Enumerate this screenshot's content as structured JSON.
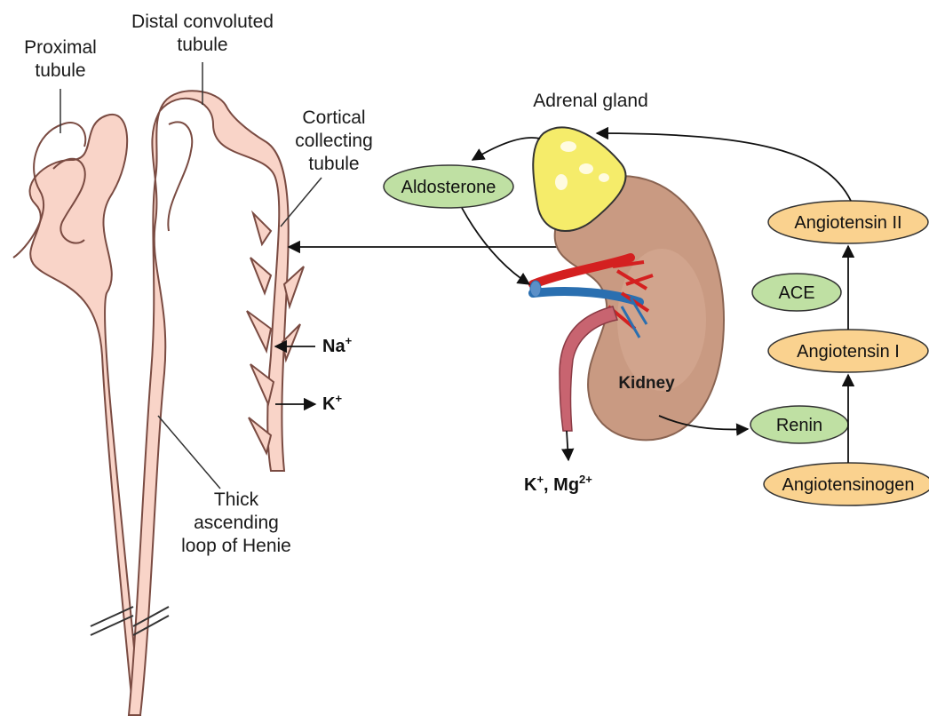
{
  "colors": {
    "tubule_fill": "#f9d4c8",
    "tubule_stroke": "#7a4b42",
    "green_oval": "#bfe0a3",
    "orange_oval": "#fad28f",
    "adrenal": "#f5ec6a",
    "kidney": "#c99a82",
    "artery": "#d42020",
    "vein": "#2a6fb0"
  },
  "tubule_labels": {
    "proximal": [
      "Proximal",
      "tubule"
    ],
    "distal": [
      "Distal convoluted",
      "tubule"
    ],
    "cortical": [
      "Cortical",
      "collecting",
      "tubule"
    ],
    "thick": [
      "Thick",
      "ascending",
      "loop of Henie"
    ]
  },
  "ions": {
    "na": {
      "base": "Na",
      "sup": "+"
    },
    "k": {
      "base": "K",
      "sup": "+"
    },
    "excreted": {
      "k": "K",
      "k_sup": "+",
      "sep": ", Mg",
      "mg_sup": "2+"
    }
  },
  "organs": {
    "adrenal_label": "Adrenal gland",
    "kidney_label": "Kidney"
  },
  "hormones": {
    "aldosterone": "Aldosterone",
    "angiotensin_ii": "Angiotensin II",
    "ace": "ACE",
    "angiotensin_i": "Angiotensin I",
    "renin": "Renin",
    "angiotensinogen": "Angiotensinogen"
  }
}
